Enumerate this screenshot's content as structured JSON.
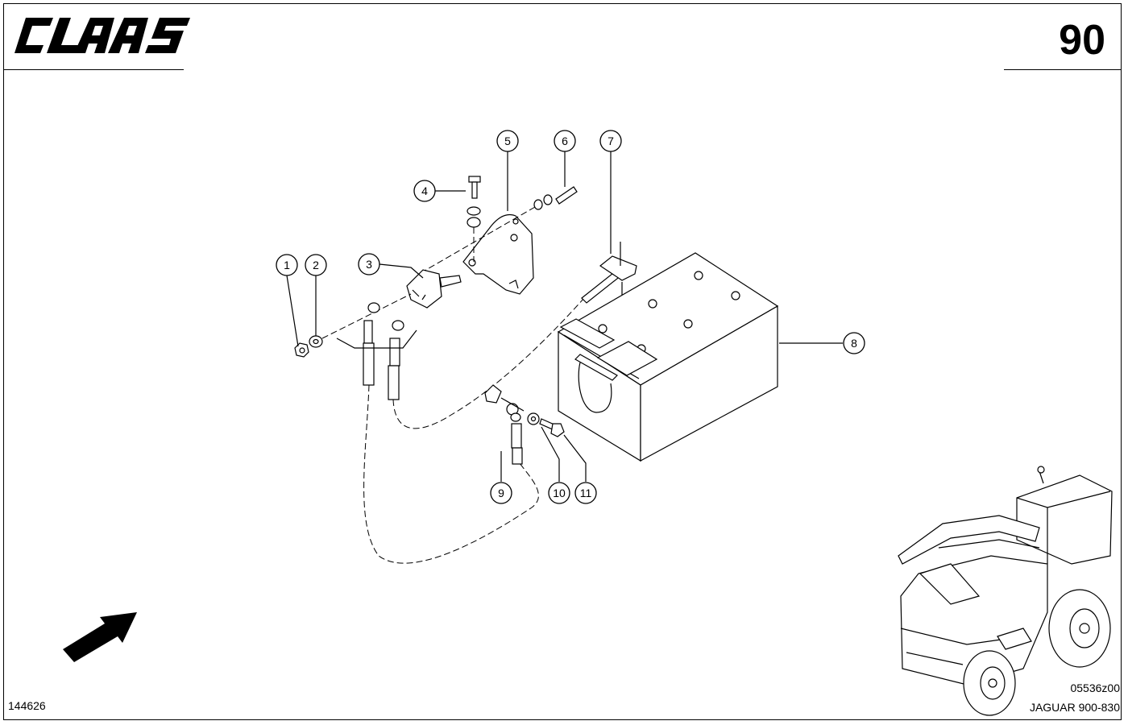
{
  "header": {
    "brand": "CLAAS",
    "page_number": "90"
  },
  "footer": {
    "part_number": "144626",
    "drawing_code": "05536z00",
    "model": "JAGUAR 900-830"
  },
  "callouts": [
    "1",
    "2",
    "3",
    "4",
    "5",
    "6",
    "7",
    "8",
    "9",
    "10",
    "11"
  ],
  "icons": {
    "direction_arrow": "arrow-icon",
    "machine_view": "forage-harvester-icon"
  }
}
